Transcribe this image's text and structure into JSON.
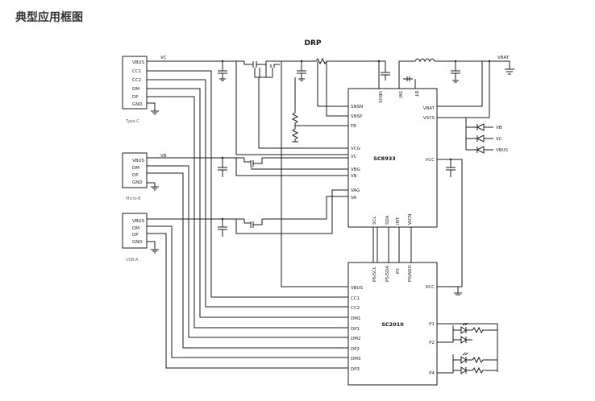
{
  "page": {
    "heading": "典型应用框图"
  },
  "diagram": {
    "title": "DRP",
    "typec": {
      "pins": [
        "VBUS",
        "CC1",
        "CC2",
        "DM",
        "DP",
        "GND"
      ],
      "caption": "Type-C"
    },
    "microb": {
      "pins": [
        "VBUS",
        "DM",
        "DP",
        "GND"
      ],
      "caption": "Micro-B"
    },
    "usba": {
      "pins": [
        "VBUS",
        "DM",
        "DP",
        "GND"
      ],
      "caption": "USB-A"
    },
    "sc8933": {
      "name": "SC8933",
      "left_pins": [
        "SNSN",
        "SNSP",
        "FB",
        "VCG",
        "VC",
        "VBG",
        "VB",
        "VAG",
        "VA"
      ],
      "top_pins": [
        "VBUS",
        "SW",
        "BT"
      ],
      "right_pins": [
        "VBAT",
        "VSYS",
        "VCC"
      ],
      "bottom_pins": [
        "SCL",
        "SDA",
        "INT",
        "WCN"
      ]
    },
    "sc2010": {
      "name": "SC2010",
      "left_pins": [
        "VBUS",
        "CC1",
        "CC2",
        "DM1",
        "DP1",
        "DM2",
        "DP2",
        "DM3",
        "DP3"
      ],
      "top_pins": [
        "P6/SCL",
        "P5/SDA",
        "P3",
        "P0/ADO"
      ],
      "right_pins": [
        "VCC",
        "P1",
        "P2",
        "P4"
      ]
    },
    "nets": {
      "vc": "VC",
      "vb": "VB",
      "vbat": "VBAT"
    },
    "source_labels": [
      "VB",
      "VC",
      "VBUS"
    ]
  }
}
